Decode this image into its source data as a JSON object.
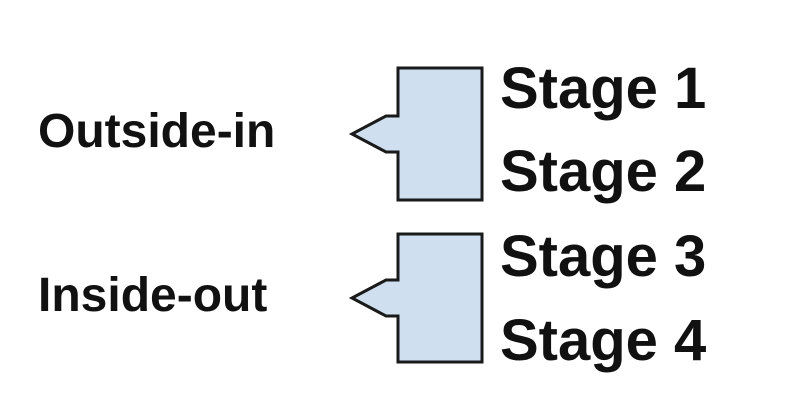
{
  "groups": [
    {
      "label": "Outside-in",
      "stages": [
        "Stage 1",
        "Stage 2"
      ]
    },
    {
      "label": "Inside-out",
      "stages": [
        "Stage 3",
        "Stage 4"
      ]
    }
  ],
  "colors": {
    "arrow_fill": "#cfdff0",
    "arrow_stroke": "#1a1a1a",
    "text": "#111111",
    "background": "#ffffff"
  }
}
